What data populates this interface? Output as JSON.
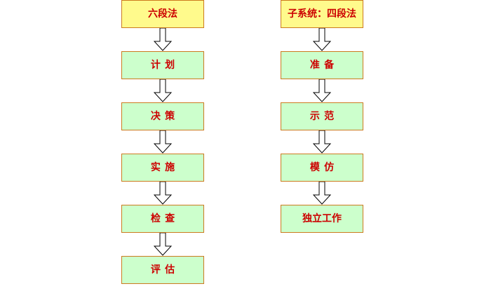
{
  "diagram": {
    "title": "",
    "type": "flowchart",
    "background_color": "#ffffff",
    "colors": {
      "header_fill": "#fffa8c",
      "step_fill": "#ccffcc",
      "box_border": "#cc7a1f",
      "text": "#cc0000",
      "arrow_stroke": "#000000",
      "arrow_fill": "#ffffff"
    },
    "columns": [
      {
        "id": "left",
        "name": "six-step-method",
        "header": {
          "text": "六段法",
          "spaced": false
        },
        "steps": [
          {
            "text": "计划",
            "spaced": true
          },
          {
            "text": "决策",
            "spaced": true
          },
          {
            "text": "实施",
            "spaced": true
          },
          {
            "text": "检查",
            "spaced": true
          },
          {
            "text": "评估",
            "spaced": true
          }
        ]
      },
      {
        "id": "right",
        "name": "four-step-subsystem",
        "header": {
          "text": "子系统：四段法",
          "spaced": false
        },
        "steps": [
          {
            "text": "准备",
            "spaced": true
          },
          {
            "text": "示范",
            "spaced": true
          },
          {
            "text": "模仿",
            "spaced": true
          },
          {
            "text": "独立工作",
            "spaced": false
          }
        ]
      }
    ],
    "connector": {
      "icon": "down-block-arrow-icon",
      "count_left": 5,
      "count_right": 4
    }
  }
}
